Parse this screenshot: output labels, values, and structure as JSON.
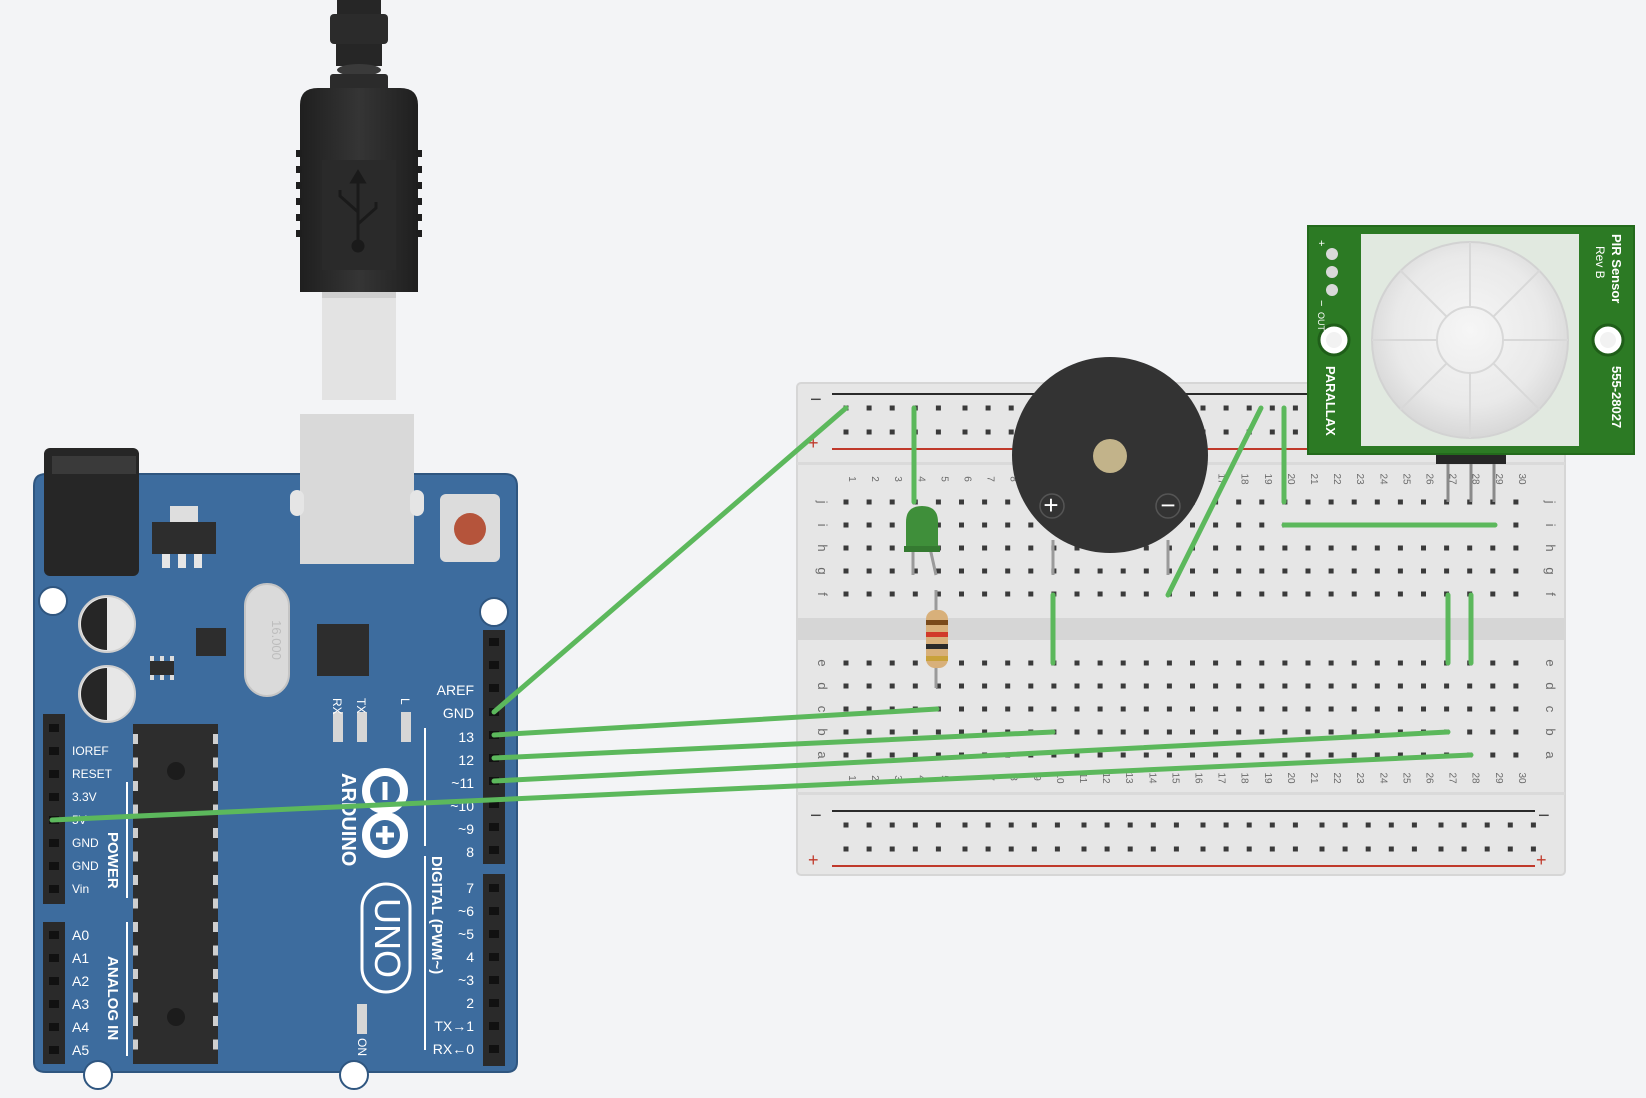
{
  "colors": {
    "background": "#f3f4f6",
    "arduino_board": "#3d6c9e",
    "arduino_board_edge": "#2f5680",
    "header": "#2a2a2a",
    "chip": "#2d2d2d",
    "wire": "#5cb85c",
    "breadboard": "#e6e6e6",
    "breadboard_hole": "#3a3a3a",
    "rail_negative": "#2a2a2a",
    "rail_positive": "#c0392b",
    "buzzer": "#333333",
    "buzzer_center": "#c2b38a",
    "led": "#3f8f3a",
    "pir_pcb": "#2c7a24",
    "pir_dome": "#ececec",
    "reset_button": "#b5543b",
    "usb_cable": "#2b2b2b"
  },
  "arduino": {
    "brand": "ARDUINO",
    "model": "UNO",
    "crystal_label": "16.000",
    "led_tx": "TX",
    "led_rx": "RX",
    "led_l": "L",
    "led_on": "ON",
    "digital_section_label": "DIGITAL (PWM~)",
    "power_section_label": "POWER",
    "analog_section_label": "ANALOG IN",
    "digital_pins_upper": [
      "AREF",
      "GND",
      "13",
      "12",
      "~11",
      "~10",
      "~9",
      "8"
    ],
    "digital_pins_lower": [
      "7",
      "~6",
      "~5",
      "4",
      "~3",
      "2",
      "TX→1",
      "RX←0"
    ],
    "power_pins": [
      "IOREF",
      "RESET",
      "3.3V",
      "5V",
      "GND",
      "GND",
      "Vin"
    ],
    "analog_pins": [
      "A0",
      "A1",
      "A2",
      "A3",
      "A4",
      "A5"
    ]
  },
  "breadboard": {
    "rail_minus": "−",
    "rail_plus": "+",
    "row_letters_top": [
      "j",
      "i",
      "h",
      "g",
      "f"
    ],
    "row_letters_bottom": [
      "e",
      "d",
      "c",
      "b",
      "a"
    ],
    "column_numbers": [
      "1",
      "2",
      "3",
      "4",
      "5",
      "6",
      "7",
      "8",
      "9",
      "10",
      "11",
      "12",
      "13",
      "14",
      "15",
      "16",
      "17",
      "18",
      "19",
      "20",
      "21",
      "22",
      "23",
      "24",
      "25",
      "26",
      "27",
      "28",
      "29",
      "30"
    ]
  },
  "buzzer": {
    "plus": "+",
    "minus": "−"
  },
  "pir_sensor": {
    "title": "PIR Sensor",
    "revision": "Rev B",
    "brand": "PARALLAX",
    "part_number": "555-28027",
    "pin_labels": [
      "+",
      "−",
      "OUT"
    ]
  },
  "connections": [
    {
      "from": "Arduino GND",
      "to": "Breadboard − rail"
    },
    {
      "from": "Arduino pin 13",
      "to": "Breadboard c5 (resistor)"
    },
    {
      "from": "Arduino pin 12",
      "to": "Breadboard b10 (buzzer +)"
    },
    {
      "from": "Arduino pin ~11",
      "to": "Breadboard b27 (PIR out)"
    },
    {
      "from": "Arduino 5V",
      "to": "Breadboard a28 (PIR +)"
    }
  ]
}
